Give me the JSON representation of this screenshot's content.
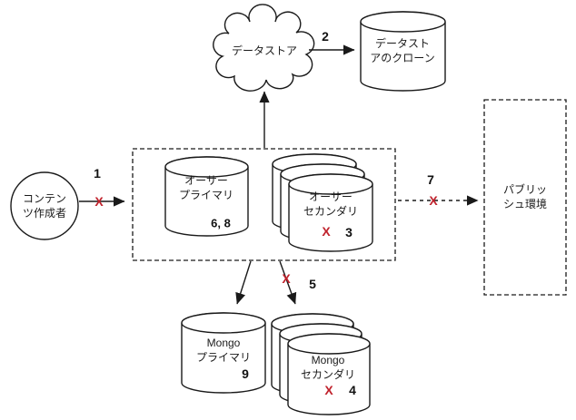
{
  "diagram": {
    "colors": {
      "line": "#1a1a1a",
      "fail_red": "#c0222c"
    },
    "nodes": {
      "content_creator": {
        "label": "コンテン\nツ作成者"
      },
      "datastore": {
        "label": "データストア"
      },
      "datastore_clone": {
        "label": "データスト\nアのクローン"
      },
      "author_primary": {
        "label": "オーサー\nプライマリ",
        "number": "6, 8"
      },
      "author_secondary": {
        "label": "オーサー\nセカンダリ",
        "fail_mark": "X",
        "number": "3"
      },
      "publish_env": {
        "label": "パブリッ\nシュ環境"
      },
      "mongo_primary": {
        "label": "Mongo\nプライマリ",
        "number": "9"
      },
      "mongo_secondary": {
        "label": "Mongo\nセカンダリ",
        "fail_mark": "X",
        "number": "4"
      }
    },
    "edges": {
      "step1": {
        "label": "1",
        "fail_mark": "X"
      },
      "step2": {
        "label": "2"
      },
      "step5": {
        "label": "5",
        "fail_mark": "X"
      },
      "step7": {
        "label": "7",
        "fail_mark": "X"
      }
    }
  }
}
